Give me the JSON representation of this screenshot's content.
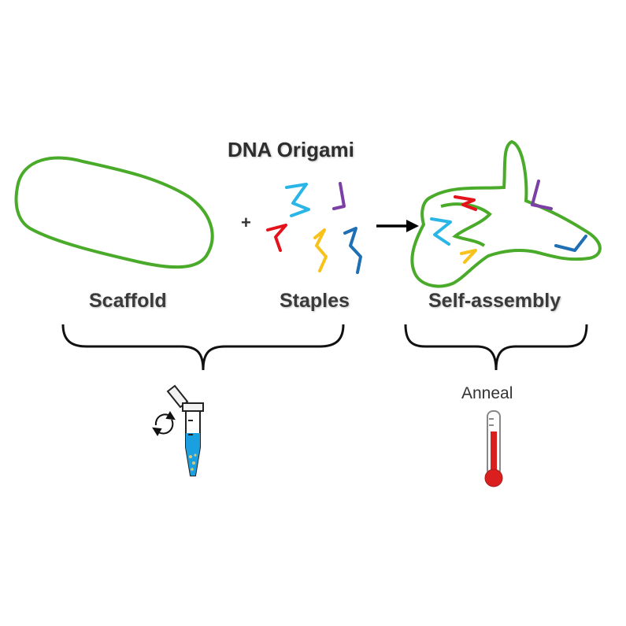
{
  "title": "DNA Origami",
  "labels": {
    "scaffold": "Scaffold",
    "staples": "Staples",
    "self_assembly": "Self-assembly",
    "anneal": "Anneal"
  },
  "plus_sign": "+",
  "colors": {
    "scaffold": "#4aab2a",
    "staple_cyan": "#29b6e6",
    "staple_purple": "#7b3fa6",
    "staple_red": "#e3121b",
    "staple_yellow": "#f7c21b",
    "staple_blue": "#1f6fb5",
    "tube_liquid": "#1aa0e0",
    "thermometer_red": "#d9201f",
    "arrow": "#000000"
  },
  "icons": {
    "tube": "microcentrifuge-tube-icon",
    "mix": "circular-arrows-icon",
    "thermometer": "thermometer-icon"
  }
}
